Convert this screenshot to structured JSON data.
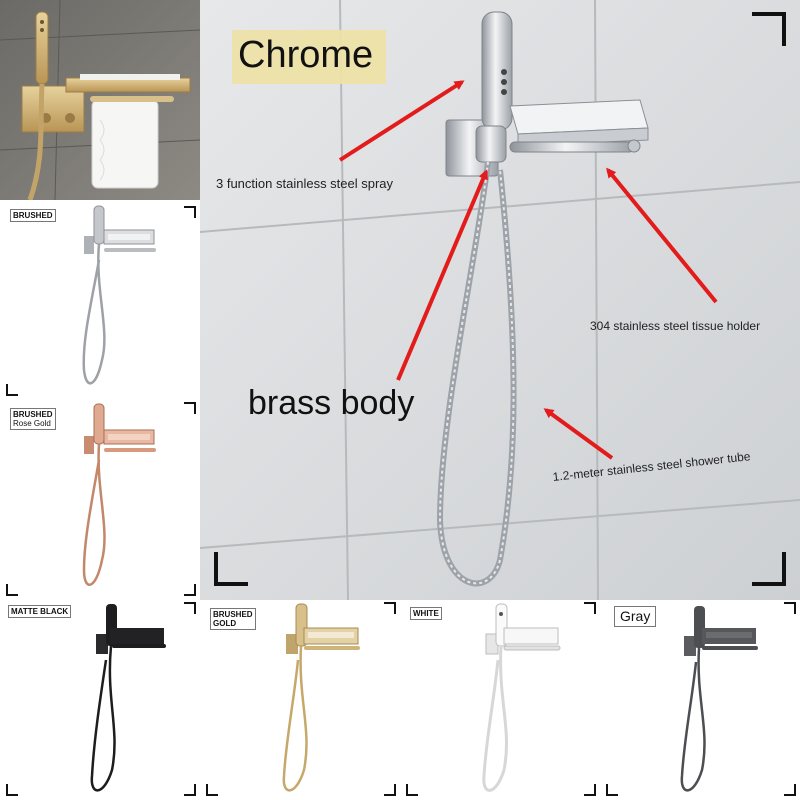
{
  "variants": {
    "brushed": "BRUSHED",
    "rose_gold_line1": "BRUSHED",
    "rose_gold_line2": "Rose Gold",
    "matte_black": "MATTE BLACK",
    "brushed_gold_line1": "BRUSHED",
    "brushed_gold_line2": "GOLD",
    "white": "WHITE",
    "gray": "Gray"
  },
  "main": {
    "title": "Chrome",
    "annotations": {
      "spray": "3 function stainless steel spray",
      "tissue_holder": "304 stainless steel tissue holder",
      "body": "brass body",
      "tube": "1.2-meter stainless steel shower tube"
    }
  },
  "colors": {
    "chrome": "#c8ccd2",
    "brushed": "#b9bcc0",
    "rose_gold": "#d79a7e",
    "matte_black": "#1d1d1f",
    "brushed_gold": "#cfb47a",
    "white": "#f4f4f4",
    "gray": "#4c4e52",
    "arrow": "#e31b1b"
  }
}
